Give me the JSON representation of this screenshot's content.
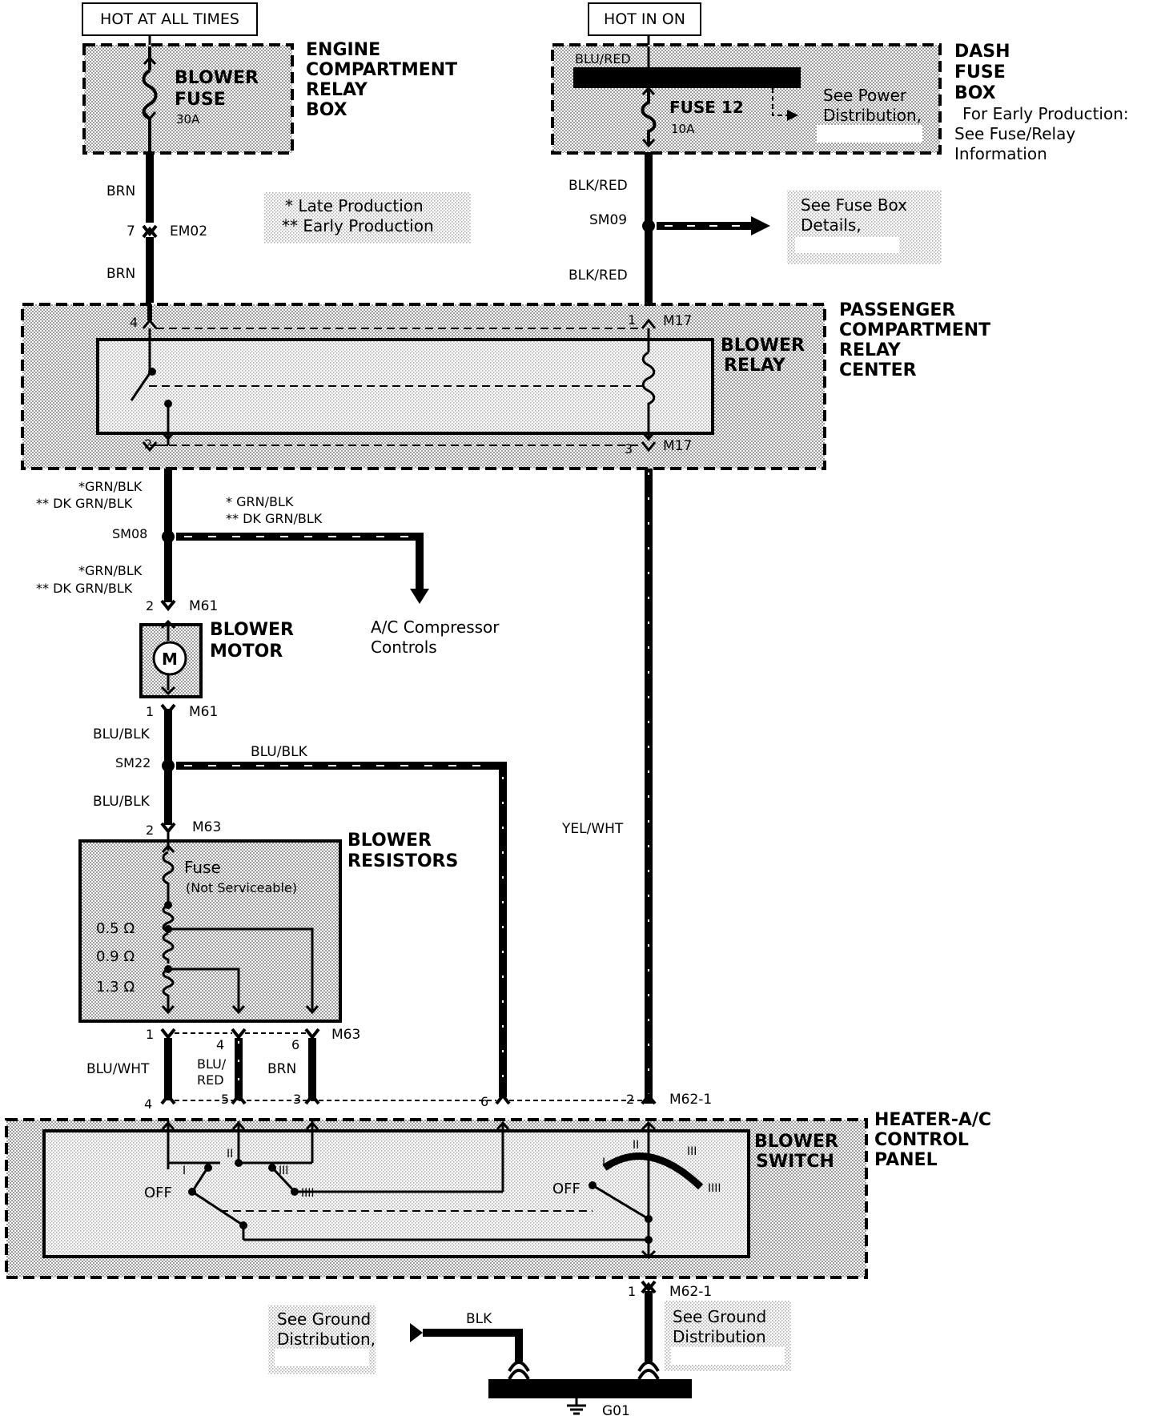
{
  "headers": {
    "hot_at_all_times": "HOT AT ALL TIMES",
    "hot_in_on": "HOT IN ON"
  },
  "engine_box": {
    "fuse_label_1": "BLOWER",
    "fuse_label_2": "FUSE",
    "fuse_rating": "30A",
    "title_1": "ENGINE",
    "title_2": "COMPARTMENT",
    "title_3": "RELAY",
    "title_4": "BOX"
  },
  "dash_box": {
    "wire_top": "BLU/RED",
    "fuse_label": "FUSE 12",
    "fuse_rating": "10A",
    "see_1": "See Power",
    "see_2": "Distribution,",
    "title_1": "DASH",
    "title_2": "FUSE",
    "title_3": "BOX",
    "note_1": "For Early Production:",
    "note_2": "See Fuse/Relay",
    "note_3": "Information"
  },
  "legend": {
    "late": "*  Late Production",
    "early": "** Early Production"
  },
  "left_top": {
    "wire_1": "BRN",
    "pin": "7",
    "connector": "EM02",
    "wire_2": "BRN"
  },
  "right_top": {
    "wire_1": "BLK/RED",
    "splice": "SM09",
    "wire_2": "BLK/RED",
    "see_1": "See Fuse Box",
    "see_2": "Details,"
  },
  "relay_center": {
    "pin_4": "4",
    "pin_1": "1",
    "conn_top": "M17",
    "pin_2": "2",
    "pin_3": "3",
    "conn_bottom": "M17",
    "relay_1": "BLOWER",
    "relay_2": "RELAY",
    "title_1": "PASSENGER",
    "title_2": "COMPARTMENT",
    "title_3": "RELAY",
    "title_4": "CENTER"
  },
  "motor_section": {
    "wire_a1": "*GRN/BLK",
    "wire_a2": "** DK GRN/BLK",
    "branch_1": "*  GRN/BLK",
    "branch_2": "** DK GRN/BLK",
    "splice": "SM08",
    "wire_b1": "*GRN/BLK",
    "wire_b2": "** DK GRN/BLK",
    "pin_2": "2",
    "conn_top": "M61",
    "motor_symbol": "M",
    "motor_1": "BLOWER",
    "motor_2": "MOTOR",
    "ac_1": "A/C Compressor",
    "ac_2": "Controls",
    "pin_1": "1",
    "conn_bottom": "M61"
  },
  "sm22_section": {
    "wire_1": "BLU/BLK",
    "splice": "SM22",
    "branch": "BLU/BLK",
    "wire_2": "BLU/BLK",
    "pin_2": "2",
    "conn": "M63",
    "right_wire": "YEL/WHT"
  },
  "resistors": {
    "title_1": "BLOWER",
    "title_2": "RESISTORS",
    "fuse": "Fuse",
    "fuse_note": "(Not Serviceable)",
    "r1": "0.5 Ω",
    "r2": "0.9 Ω",
    "r3": "1.3 Ω",
    "pin_1": "1",
    "pin_4": "4",
    "pin_6": "6",
    "conn": "M63"
  },
  "lower_wires": {
    "w1": "BLU/WHT",
    "w2a": "BLU/",
    "w2b": "RED",
    "w3": "BRN",
    "pin_4": "4",
    "pin_5": "5",
    "pin_3": "3",
    "pin_6": "6",
    "pin_2": "2",
    "conn": "M62-1"
  },
  "control_panel": {
    "switch_1": "BLOWER",
    "switch_2": "SWITCH",
    "title_1": "HEATER-A/C",
    "title_2": "CONTROL",
    "title_3": "PANEL",
    "off": "OFF",
    "pos_i": "I",
    "pos_ii": "II",
    "pos_iii": "III",
    "pos_iiii": "IIII"
  },
  "ground": {
    "pin": "1",
    "conn": "M62-1",
    "wire": "BLK",
    "see_l1": "See Ground",
    "see_l2": "Distribution,",
    "see_r1": "See Ground",
    "see_r2": "Distribution",
    "label": "G01"
  }
}
